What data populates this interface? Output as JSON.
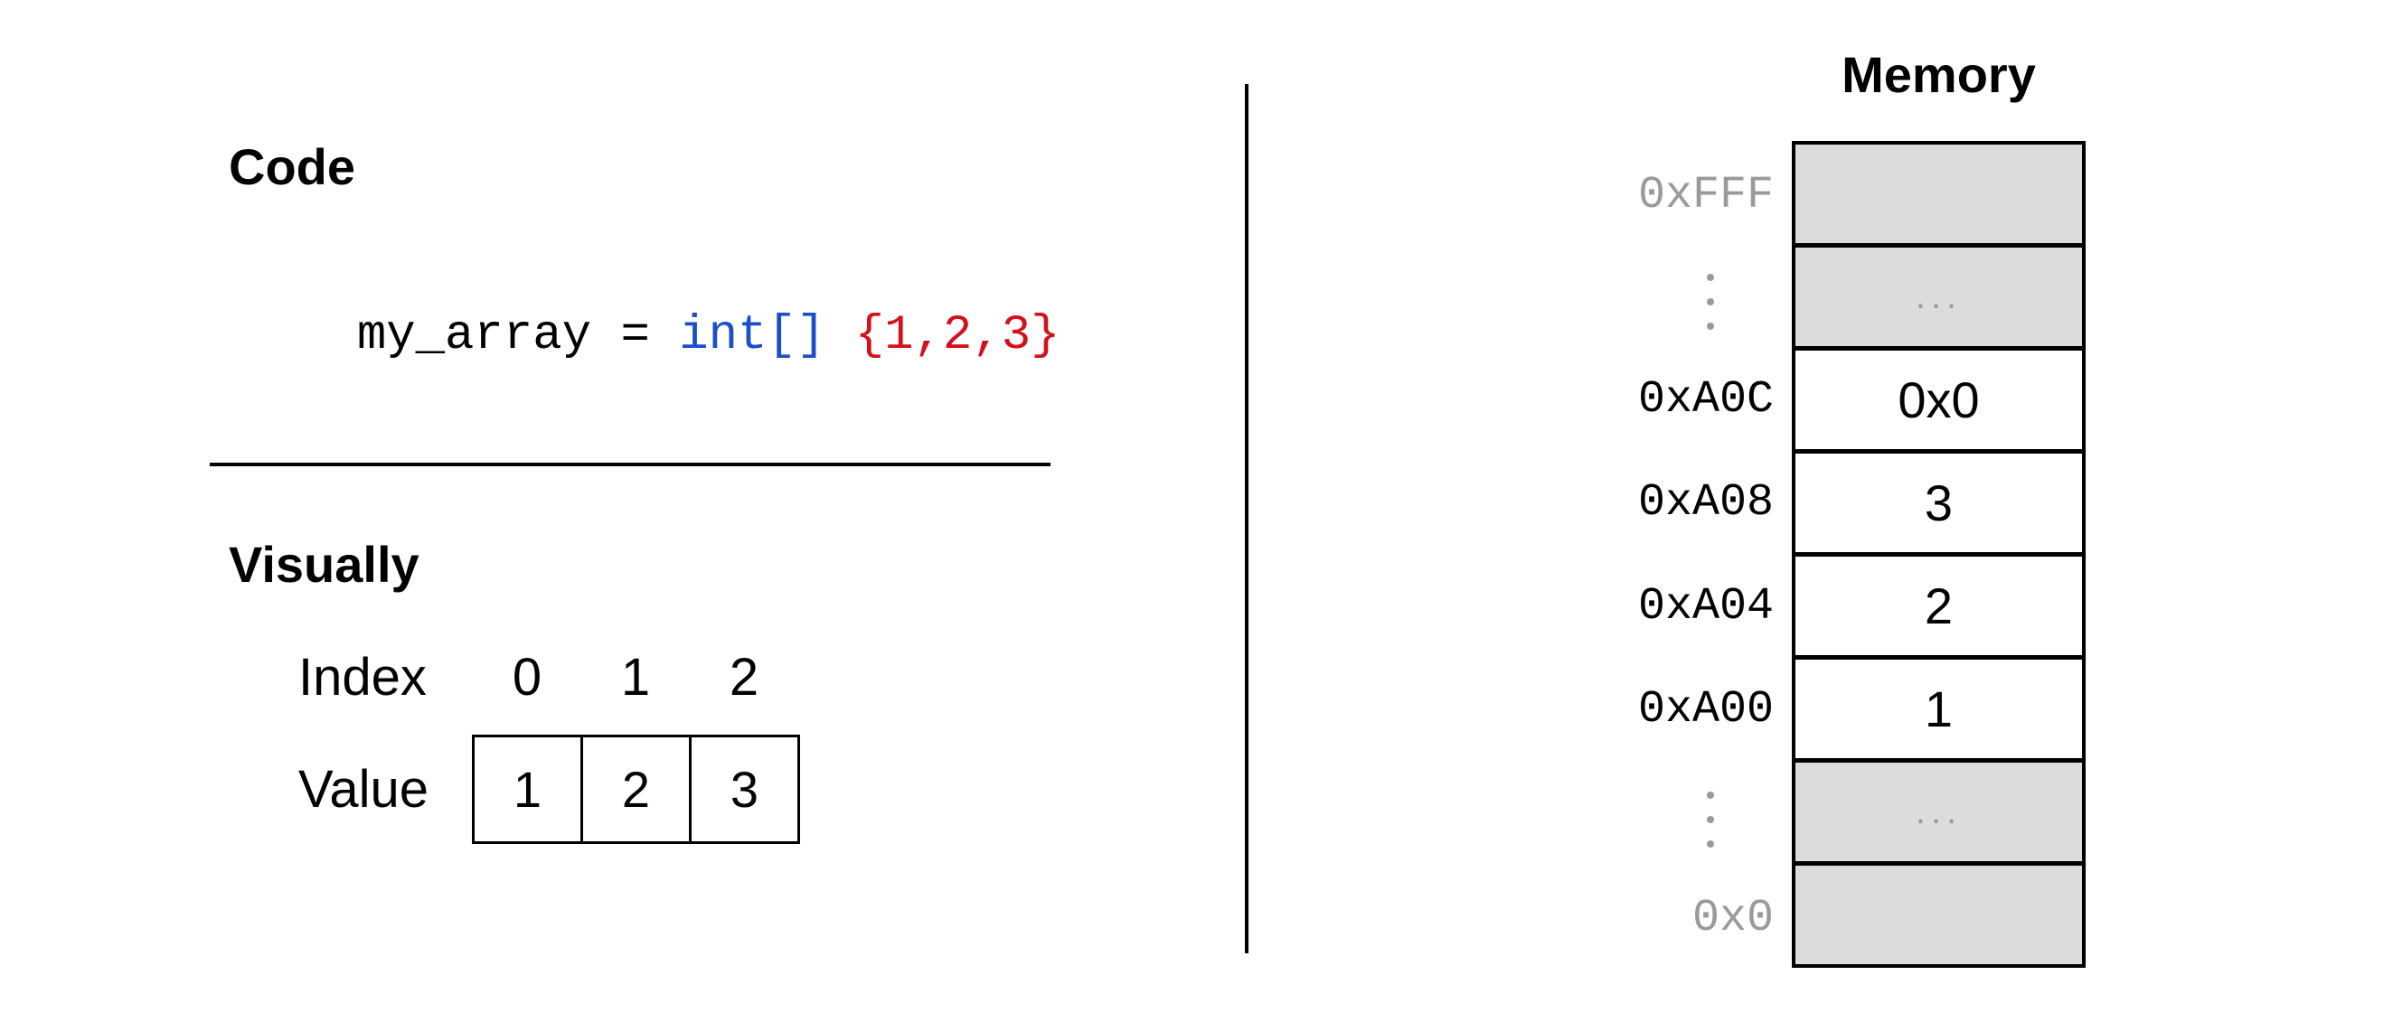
{
  "code_section": {
    "heading": "Code",
    "line": {
      "var": "my_array = ",
      "type": "int[]",
      "literal": "{1,2,3}"
    },
    "colors": {
      "type": "#1a4fc9",
      "literal": "#d6101a"
    }
  },
  "visual_section": {
    "heading": "Visually",
    "index_label": "Index",
    "value_label": "Value",
    "indices": [
      "0",
      "1",
      "2"
    ],
    "values": [
      "1",
      "2",
      "3"
    ]
  },
  "memory_section": {
    "title": "Memory",
    "cells": [
      {
        "address": "0xFFF",
        "value": "",
        "gray": true
      },
      {
        "address": "",
        "value": "...",
        "gray": true,
        "ellipsis": true
      },
      {
        "address": "0xA0C",
        "value": "0x0",
        "gray": false
      },
      {
        "address": "0xA08",
        "value": "3",
        "gray": false
      },
      {
        "address": "0xA04",
        "value": "2",
        "gray": false
      },
      {
        "address": "0xA00",
        "value": "1",
        "gray": false
      },
      {
        "address": "",
        "value": "...",
        "gray": true,
        "ellipsis": true
      },
      {
        "address": "0x0",
        "value": "",
        "gray": true
      }
    ],
    "gray_fill": "#dcdcdc",
    "gray_text": "#9a9a9a"
  }
}
